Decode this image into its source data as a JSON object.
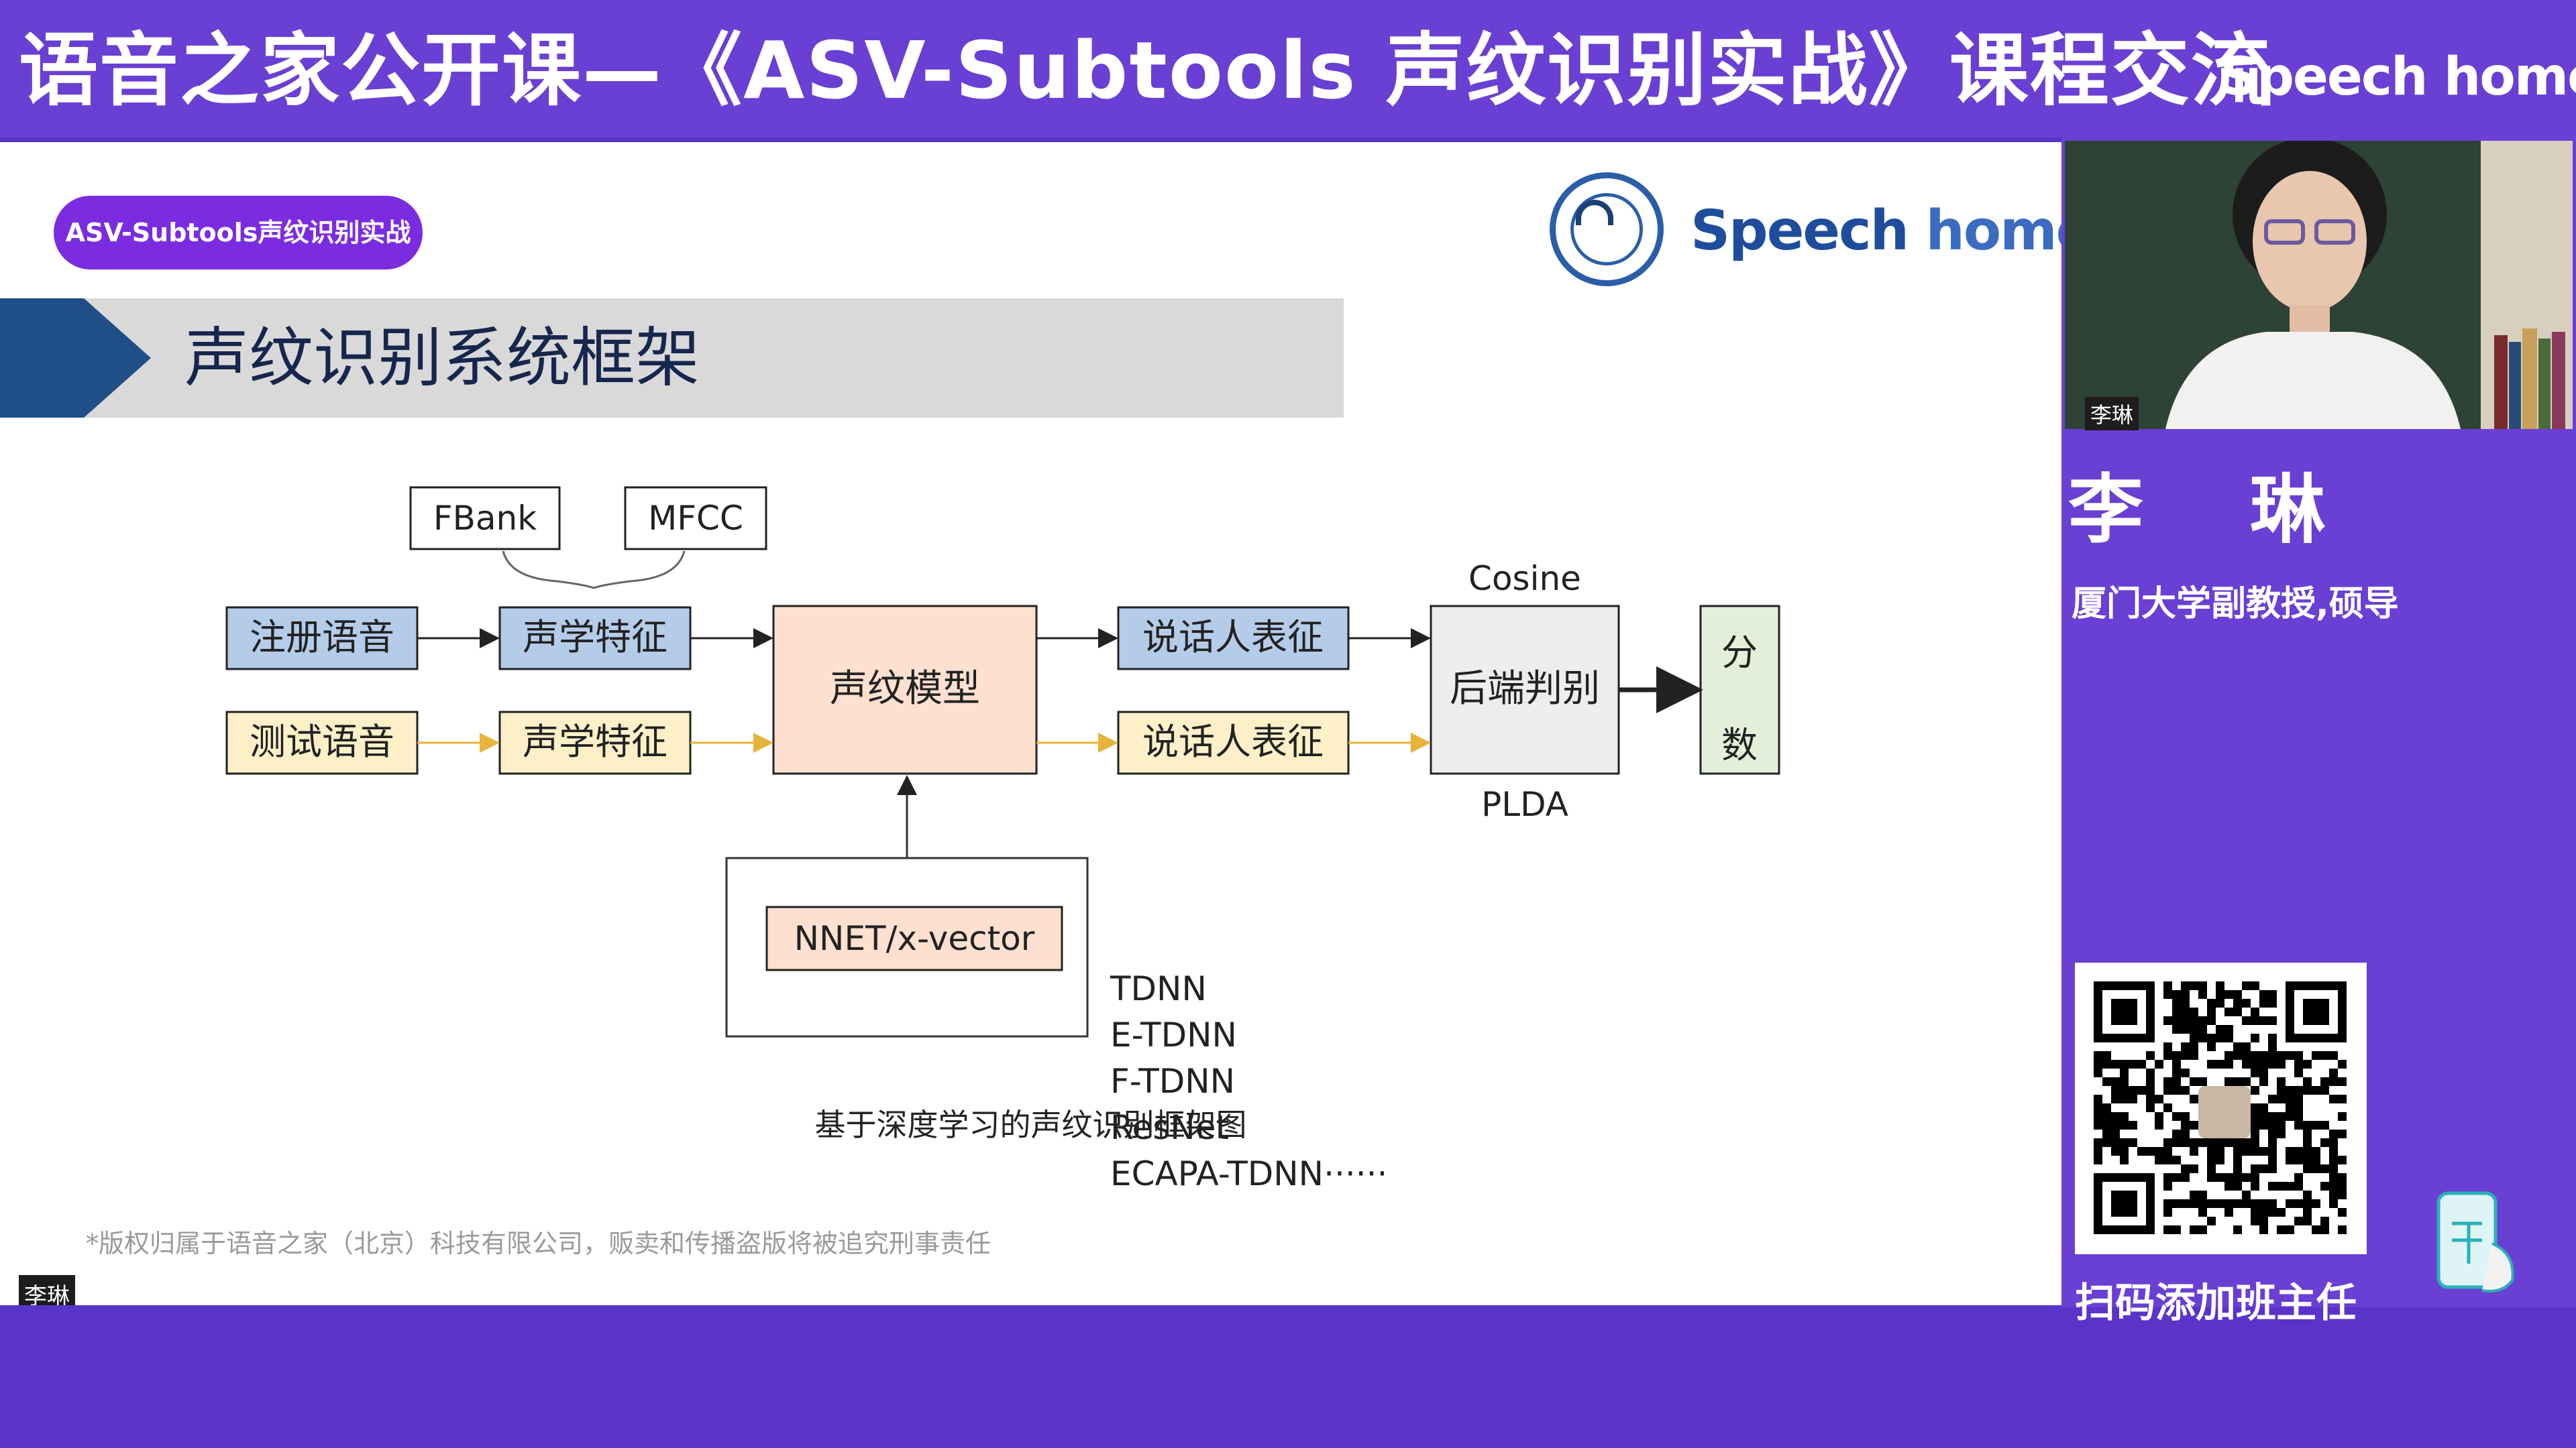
{
  "header": {
    "course_title": "语音之家公开课—《ASV-Subtools 声纹识别实战》课程交流",
    "brand": "Speech home"
  },
  "slide": {
    "badge": "ASV-Subtools声纹识别实战",
    "brand_part1": "Speech",
    "brand_part2": " home",
    "heading": "声纹识别系统框架",
    "diagram": {
      "fbank": "FBank",
      "mfcc": "MFCC",
      "enroll_speech": "注册语音",
      "test_speech": "测试语音",
      "acoustic_feature_1": "声学特征",
      "acoustic_feature_2": "声学特征",
      "voiceprint_model": "声纹模型",
      "speaker_repr_1": "说话人表征",
      "speaker_repr_2": "说话人表征",
      "backend": "后端判别",
      "cosine": "Cosine",
      "plda": "PLDA",
      "score_1": "分",
      "score_2": "数",
      "nnet": "NNET/x-vector",
      "models": [
        "TDNN",
        "E-TDNN",
        "F-TDNN",
        "ResNet",
        "ECAPA-TDNN······"
      ]
    },
    "caption": "基于深度学习的声纹识别框架图",
    "copyright": "*版权归属于语音之家（北京）科技有限公司，贩卖和传播盗版将被追究刑事责任",
    "nametag": "李琳"
  },
  "speaker": {
    "webcam_nametag": "李琳",
    "name": "李 琳",
    "title": "厦门大学副教授,硕导"
  },
  "qr": {
    "label": "扫码添加班主任"
  },
  "colors": {
    "purple_bg": "#6a3fd3",
    "badge_purple": "#7b2ce0",
    "blue_box": "#b4cce8",
    "yellow_box": "#fdf0c8",
    "peach_box": "#fde0cf",
    "green_box": "#e4efd9",
    "gray_box": "#ededed",
    "heading_navy": "#16264d"
  }
}
